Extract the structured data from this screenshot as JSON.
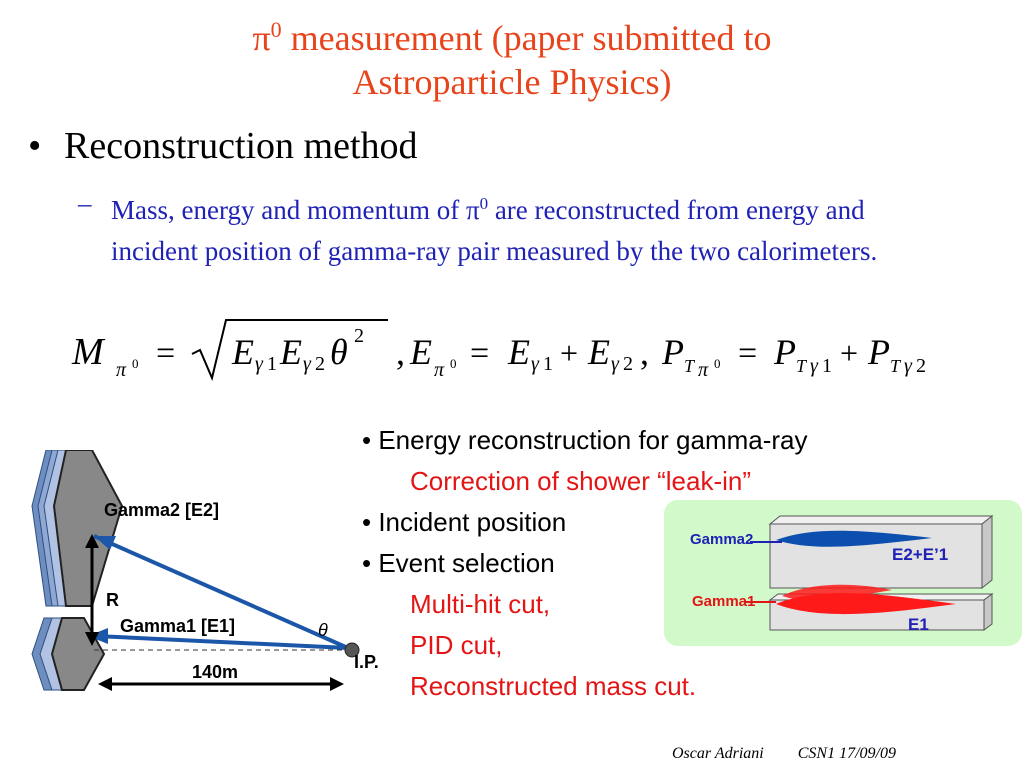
{
  "slide": {
    "title_symbol": "π",
    "title_sup": "0",
    "title_line1": "measurement (paper submitted to",
    "title_line2": "Astroparticle Physics)",
    "bullet_marker": "•",
    "bullet1": "Reconstruction method",
    "sub_dash": "–",
    "sub1_part1": "Mass, energy and momentum of π",
    "sub1_sup": "0",
    "sub1_part2": " are reconstructed from energy and incident position of gamma-ray pair measured by the two calorimeters."
  },
  "right_list": [
    {
      "text": "• Energy reconstruction for gamma-ray",
      "color": "#000000"
    },
    {
      "text": "Correction of shower “leak-in”",
      "color": "#e31515"
    },
    {
      "text": "• Incident position",
      "color": "#000000"
    },
    {
      "text": "• Event selection",
      "color": "#000000"
    },
    {
      "text": "Multi-hit cut,",
      "color": "#e31515"
    },
    {
      "text": "PID cut,",
      "color": "#e31515"
    },
    {
      "text": "Reconstructed mass cut.",
      "color": "#e31515"
    }
  ],
  "shower_diagram": {
    "gamma2_label": "Gamma2",
    "gamma1_label": "Gamma1",
    "e2_label": "E2+E’1",
    "e1_label": "E1",
    "background": "#d2f9c9"
  },
  "detector_diagram": {
    "gamma2_label": "Gamma2 [E2]",
    "gamma1_label": "Gamma1 [E1]",
    "r_label": "R",
    "theta_label": "θ",
    "ip_label": "I.P.",
    "distance_label": "140m"
  },
  "footer": {
    "author": "Oscar Adriani",
    "event": "CSN1 17/09/09"
  },
  "colors": {
    "title": "#e8441c",
    "sub_text": "#1f22b5",
    "arrow_blue": "#1b56a8",
    "flame_red": "#ff1a1a",
    "flame_blue": "#0d4fae"
  }
}
